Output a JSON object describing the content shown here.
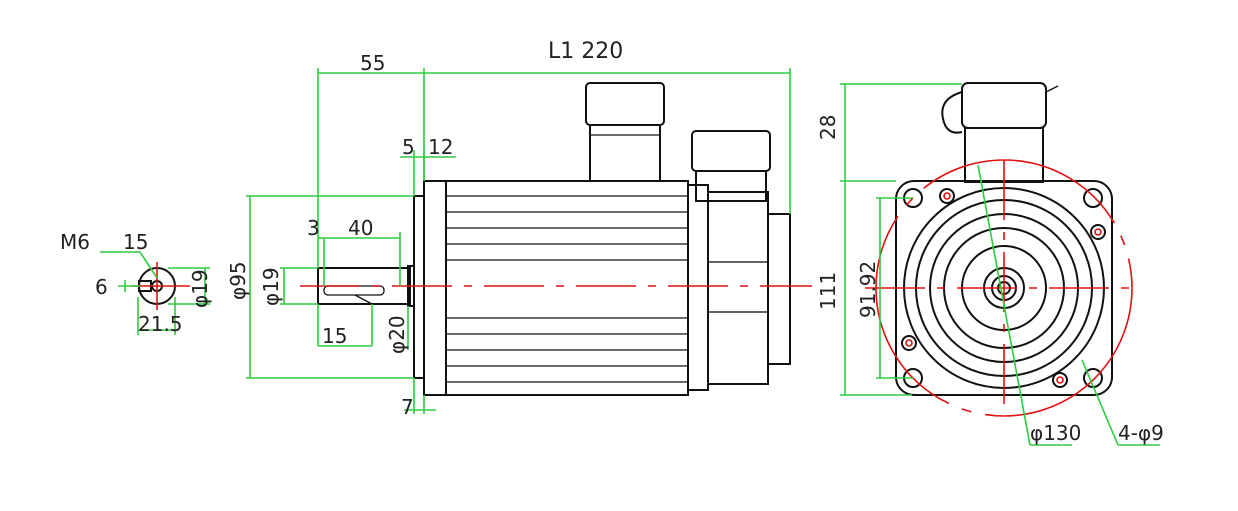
{
  "colors": {
    "dimension_line": "#2ecc40",
    "outline": "#111111",
    "centerline": "#e01010",
    "text": "#222222"
  },
  "labels": {
    "total_length": "L1 220",
    "flange_offset": "55",
    "flange_thickness": "5",
    "spigot_length": "12",
    "key_offset": "3",
    "key_length": "40",
    "shaft_diameter": "φ19",
    "spigot_diameter": "φ95",
    "shoulder_diameter": "φ20",
    "key_from_end": "15",
    "flange_edge": "7",
    "thread": "M6",
    "thread_depth": "15",
    "key_width": "6",
    "shaft_end_diameter": "φ19",
    "key_height": "21.5",
    "connector_height": "28",
    "flange_square": "111",
    "hole_spacing": "91.92",
    "bolt_circle": "φ130",
    "mount_holes": "4-φ9"
  }
}
